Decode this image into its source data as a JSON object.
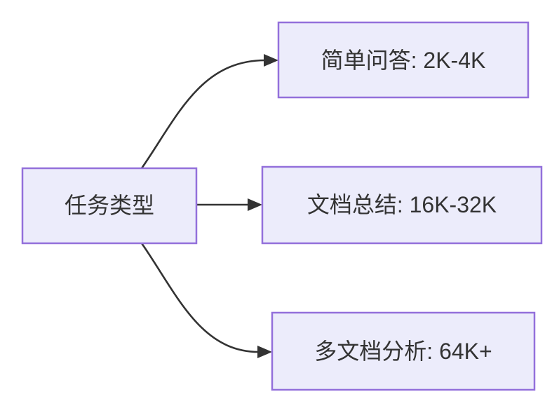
{
  "theme": {
    "canvas-bg": "#ffffff",
    "node-fill": "#ececfb",
    "node-border": "#9370db",
    "edge-color": "#333333",
    "text-color": "#333333"
  },
  "diagram": {
    "type": "flowchart",
    "direction": "left-to-right",
    "root": {
      "id": "task-type",
      "label": "任务类型"
    },
    "children": [
      {
        "id": "simple-qa",
        "label": "简单问答: 2K-4K"
      },
      {
        "id": "doc-summary",
        "label": "文档总结: 16K-32K"
      },
      {
        "id": "multi-doc",
        "label": "多文档分析: 64K+"
      }
    ],
    "edges": [
      {
        "from": "task-type",
        "to": "simple-qa"
      },
      {
        "from": "task-type",
        "to": "doc-summary"
      },
      {
        "from": "task-type",
        "to": "multi-doc"
      }
    ]
  }
}
